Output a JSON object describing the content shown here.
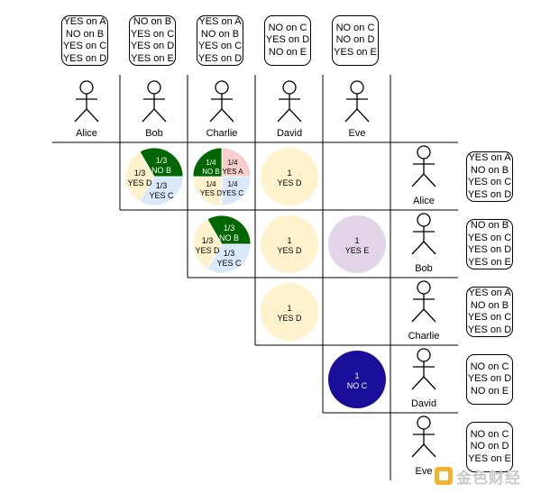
{
  "people": [
    "Alice",
    "Bob",
    "Charlie",
    "David",
    "Eve"
  ],
  "votes": {
    "alice": [
      "YES on A",
      "NO on B",
      "YES on C",
      "YES on D"
    ],
    "bob": [
      "NO on B",
      "YES on C",
      "YES on D",
      "YES on E"
    ],
    "charlie": [
      "YES on A",
      "NO on B",
      "YES on C",
      "YES on D"
    ],
    "david": [
      "NO on C",
      "YES on D",
      "NO on E"
    ],
    "eve": [
      "NO on C",
      "NO on D",
      "YES on E"
    ]
  },
  "colors": {
    "yes_a": "#f8cecc",
    "no_b": "#006600",
    "yes_c": "#dae8fc",
    "yes_d": "#fff2cc",
    "yes_e": "#e1d5e7",
    "no_c": "#1a0d99"
  },
  "cells": [
    {
      "id": "alice-bob",
      "slices": [
        {
          "value": 1,
          "fraction": "1/3",
          "label": "NO B",
          "color": "#006600",
          "text_color": "#ffffff"
        },
        {
          "value": 1,
          "fraction": "1/3",
          "label": "YES C",
          "color": "#dae8fc",
          "text_color": "#000000"
        },
        {
          "value": 1,
          "fraction": "1/3",
          "label": "YES D",
          "color": "#fff2cc",
          "text_color": "#000000"
        }
      ]
    },
    {
      "id": "alice-charlie",
      "slices": [
        {
          "value": 1,
          "fraction": "1/4",
          "label": "YES A",
          "color": "#f8cecc",
          "text_color": "#000000"
        },
        {
          "value": 1,
          "fraction": "1/4",
          "label": "YES C",
          "color": "#dae8fc",
          "text_color": "#000000"
        },
        {
          "value": 1,
          "fraction": "1/4",
          "label": "YES D",
          "color": "#fff2cc",
          "text_color": "#000000"
        },
        {
          "value": 1,
          "fraction": "1/4",
          "label": "NO B",
          "color": "#006600",
          "text_color": "#ffffff"
        }
      ]
    },
    {
      "id": "alice-david",
      "slices": [
        {
          "value": 1,
          "fraction": "1",
          "label": "YES D",
          "color": "#fff2cc",
          "text_color": "#000000"
        }
      ]
    },
    {
      "id": "bob-charlie",
      "slices": [
        {
          "value": 1,
          "fraction": "1/3",
          "label": "NO B",
          "color": "#006600",
          "text_color": "#ffffff"
        },
        {
          "value": 1,
          "fraction": "1/3",
          "label": "YES C",
          "color": "#dae8fc",
          "text_color": "#000000"
        },
        {
          "value": 1,
          "fraction": "1/3",
          "label": "YES D",
          "color": "#fff2cc",
          "text_color": "#000000"
        }
      ]
    },
    {
      "id": "bob-david",
      "slices": [
        {
          "value": 1,
          "fraction": "1",
          "label": "YES D",
          "color": "#fff2cc",
          "text_color": "#000000"
        }
      ]
    },
    {
      "id": "bob-eve",
      "slices": [
        {
          "value": 1,
          "fraction": "1",
          "label": "YES E",
          "color": "#e1d5e7",
          "text_color": "#000000"
        }
      ]
    },
    {
      "id": "charlie-david",
      "slices": [
        {
          "value": 1,
          "fraction": "1",
          "label": "YES D",
          "color": "#fff2cc",
          "text_color": "#000000"
        }
      ]
    },
    {
      "id": "david-eve",
      "slices": [
        {
          "value": 1,
          "fraction": "1",
          "label": "NO C",
          "color": "#1a0d99",
          "text_color": "#ffffff"
        }
      ]
    }
  ],
  "watermark": "金色财经"
}
